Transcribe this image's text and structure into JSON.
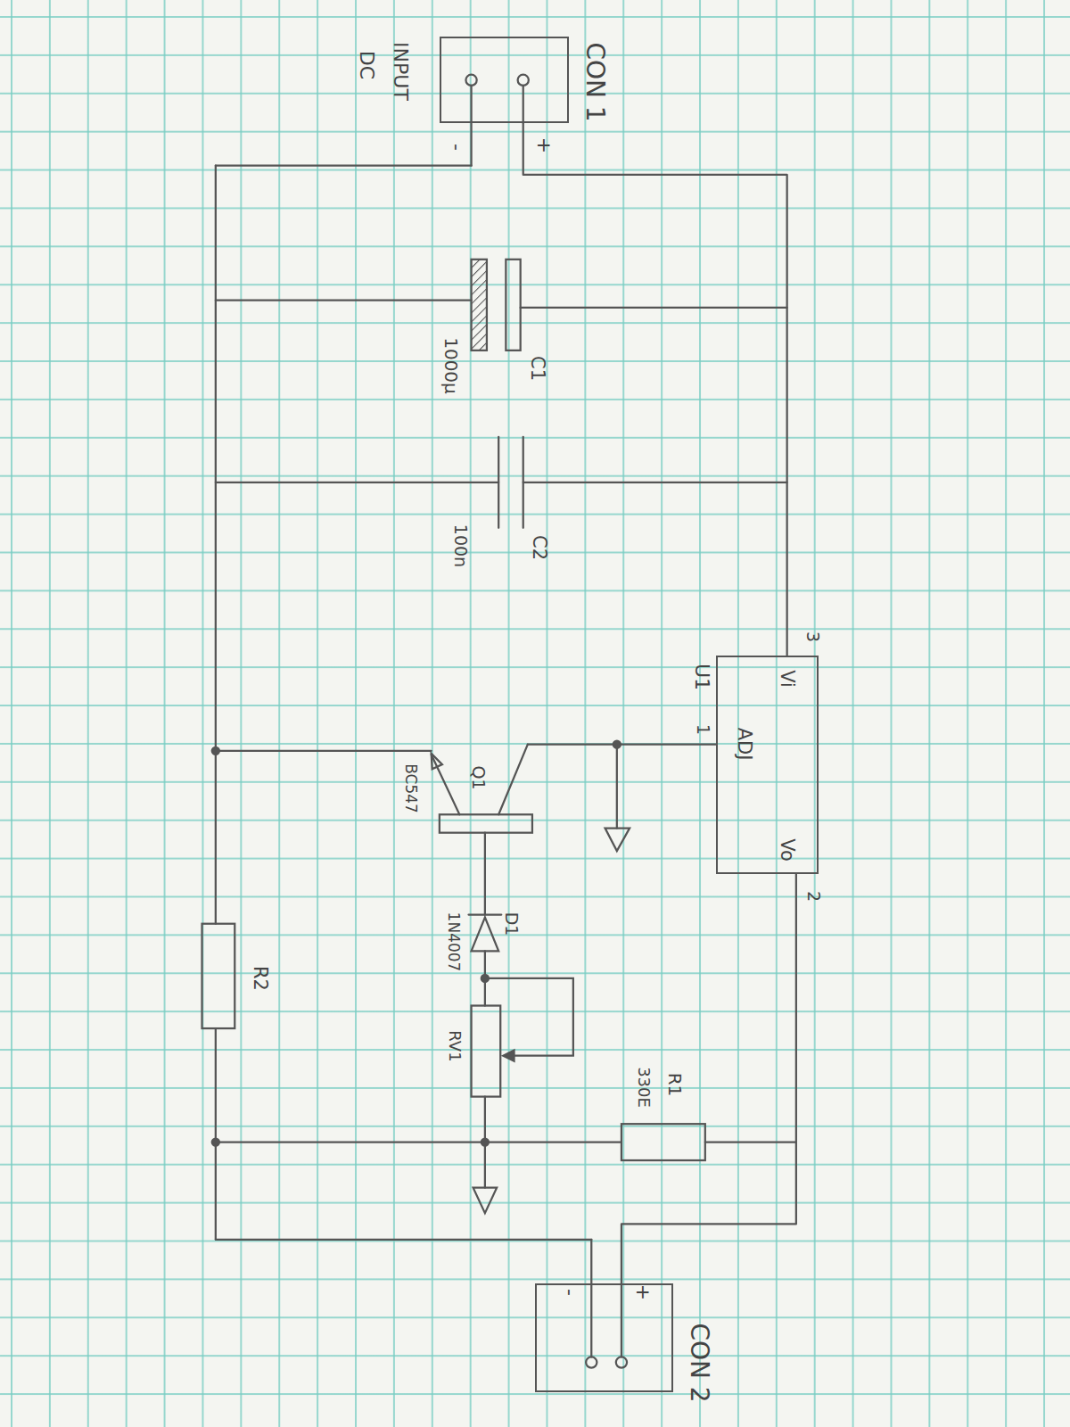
{
  "diagram": {
    "nodes": [
      {
        "text": [
          "CON 1"
        ]
      },
      {
        "text": [
          "U1",
          "Vi",
          "ADJ",
          "Vo"
        ]
      },
      {
        "text": [
          "CON 2"
        ]
      }
    ],
    "edges": [
      {
        "from": 0,
        "to": 1,
        "arrow": "none"
      },
      {
        "from": 1,
        "to": 2,
        "arrow": "none"
      }
    ],
    "labels": [
      "INPUT",
      "DC",
      "+",
      "-",
      "C1",
      "1000µ",
      "C2",
      "100n",
      "3",
      "1",
      "2",
      "Q1",
      "BC547",
      "D1",
      "1N4007",
      "RV1",
      "R1",
      "330E",
      "R2",
      "+",
      "-"
    ]
  }
}
